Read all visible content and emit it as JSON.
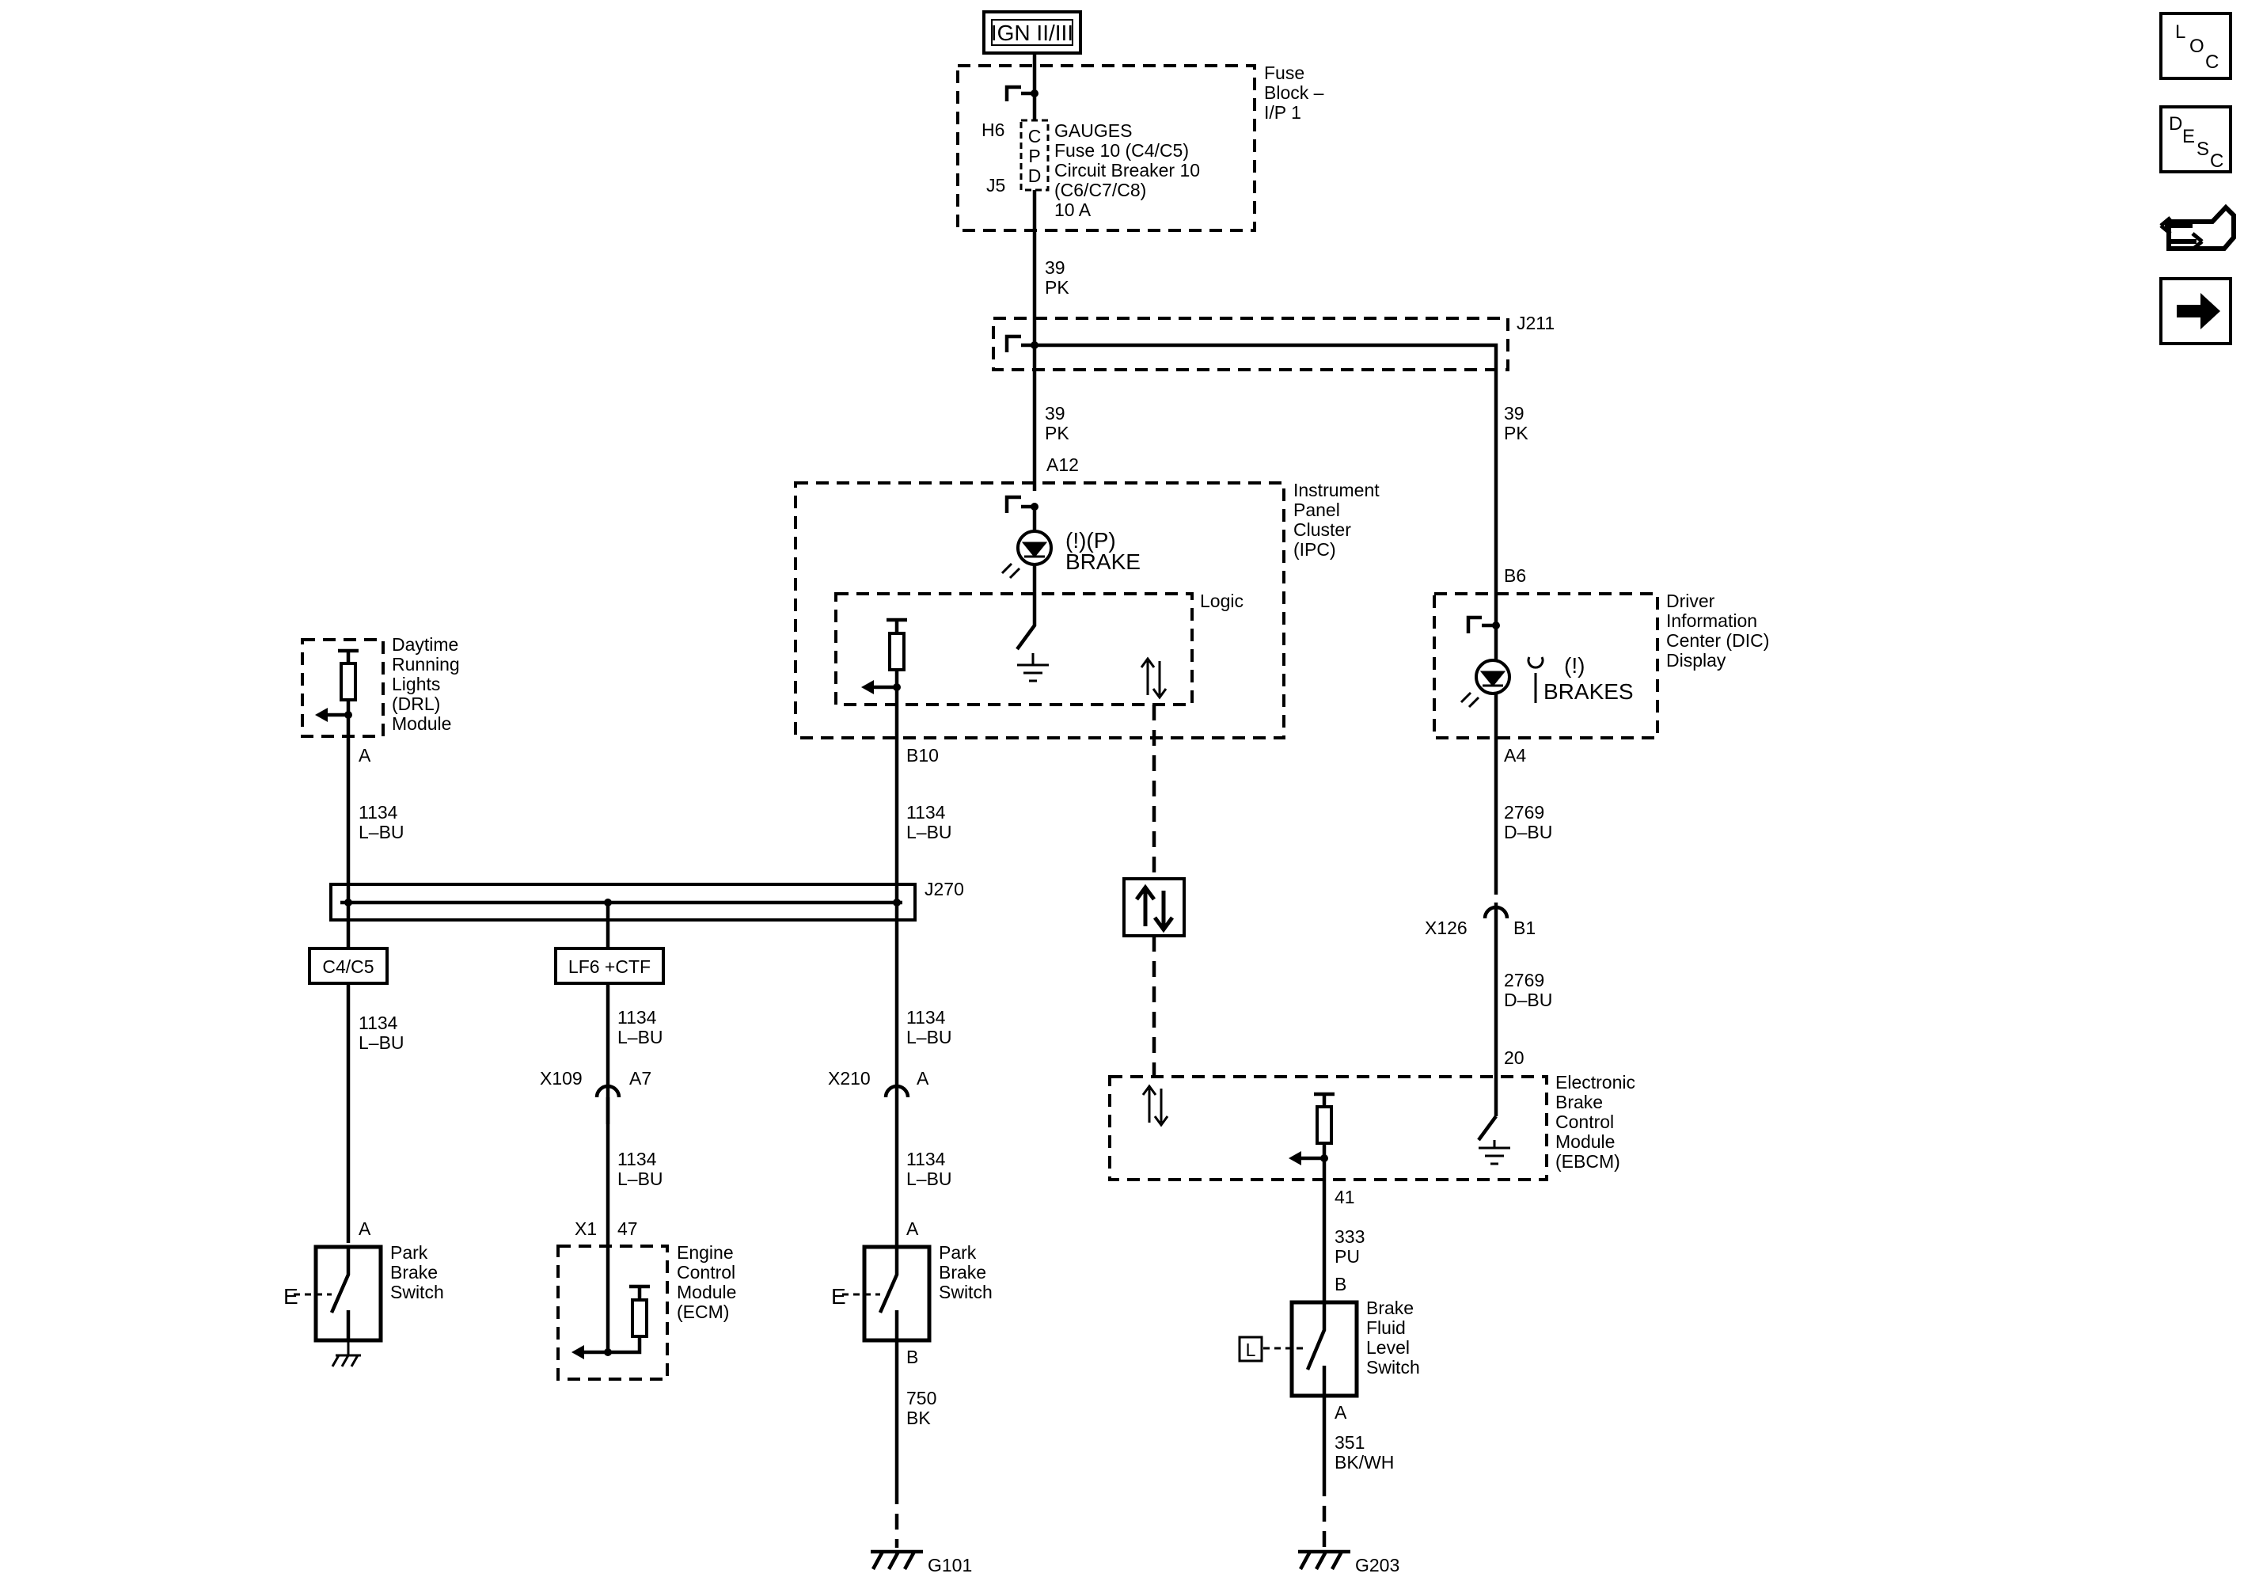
{
  "power_source": "IGN II/III",
  "fuse_block": {
    "title": [
      "Fuse",
      "Block –",
      "I/P 1"
    ],
    "pin_top": "H6",
    "pin_bottom": "J5",
    "cpd": [
      "C",
      "P",
      "D"
    ],
    "description": [
      "GAUGES",
      "Fuse 10 (C4/C5)",
      "Circuit Breaker 10",
      "(C6/C7/C8)",
      "10 A"
    ]
  },
  "circuits": {
    "c39_a": [
      "39",
      "PK"
    ],
    "c39_b": [
      "39",
      "PK"
    ],
    "c39_c": [
      "39",
      "PK"
    ],
    "c1134_drl": [
      "1134",
      "L–BU"
    ],
    "c1134_ipc": [
      "1134",
      "L–BU"
    ],
    "c1134_left": [
      "1134",
      "L–BU"
    ],
    "c1134_ecm_a": [
      "1134",
      "L–BU"
    ],
    "c1134_ecm_b": [
      "1134",
      "L–BU"
    ],
    "c1134_mid_a": [
      "1134",
      "L–BU"
    ],
    "c1134_mid_b": [
      "1134",
      "L–BU"
    ],
    "c2769_a": [
      "2769",
      "D–BU"
    ],
    "c2769_b": [
      "2769",
      "D–BU"
    ],
    "c750": [
      "750",
      "BK"
    ],
    "c333": [
      "333",
      "PU"
    ],
    "c351": [
      "351",
      "BK/WH"
    ]
  },
  "splices": {
    "j211": "J211",
    "j270": "J270",
    "tag_left": "C4/C5",
    "tag_mid": "LF6 +CTF"
  },
  "ipc": {
    "title": [
      "Instrument",
      "Panel",
      "Cluster",
      "(IPC)"
    ],
    "pin_in": "A12",
    "pin_out": "B10",
    "lamp_icons": "(!)(P)",
    "lamp_label": "BRAKE",
    "logic_label": "Logic"
  },
  "dic": {
    "title": [
      "Driver",
      "Information",
      "Center (DIC)",
      "Display"
    ],
    "pin_in": "B6",
    "pin_out": "A4",
    "lamp_icons": "(!)",
    "lamp_label": "BRAKES"
  },
  "drl": {
    "title": [
      "Daytime",
      "Running",
      "Lights",
      "(DRL)",
      "Module"
    ],
    "pin": "A"
  },
  "ecm": {
    "title": [
      "Engine",
      "Control",
      "Module",
      "(ECM)"
    ],
    "connector": "X1",
    "pin": "47"
  },
  "ebcm": {
    "title": [
      "Electronic",
      "Brake",
      "Control",
      "Module",
      "(EBCM)"
    ],
    "pin_in": "20",
    "pin_out": "41"
  },
  "connectors": {
    "x126": "X126",
    "x126_pin": "B1",
    "x109": "X109",
    "x109_pin": "A7",
    "x210": "X210",
    "x210_pin": "A"
  },
  "park_brake_left": {
    "title": [
      "Park",
      "Brake",
      "Switch"
    ],
    "pin": "A",
    "e_label": "E"
  },
  "park_brake_right": {
    "title": [
      "Park",
      "Brake",
      "Switch"
    ],
    "pin_top": "A",
    "pin_bottom": "B",
    "e_label": "E"
  },
  "brake_fluid": {
    "title": [
      "Brake",
      "Fluid",
      "Level",
      "Switch"
    ],
    "pin_top": "B",
    "pin_bottom": "A",
    "l_label": "L"
  },
  "grounds": {
    "g101": "G101",
    "g203": "G203"
  },
  "nav": {
    "loc": [
      "L",
      "O",
      "C"
    ],
    "desc": [
      "D",
      "E",
      "S",
      "C"
    ],
    "connector_icon": "connector-icon",
    "next_icon": "arrow-right-icon"
  }
}
